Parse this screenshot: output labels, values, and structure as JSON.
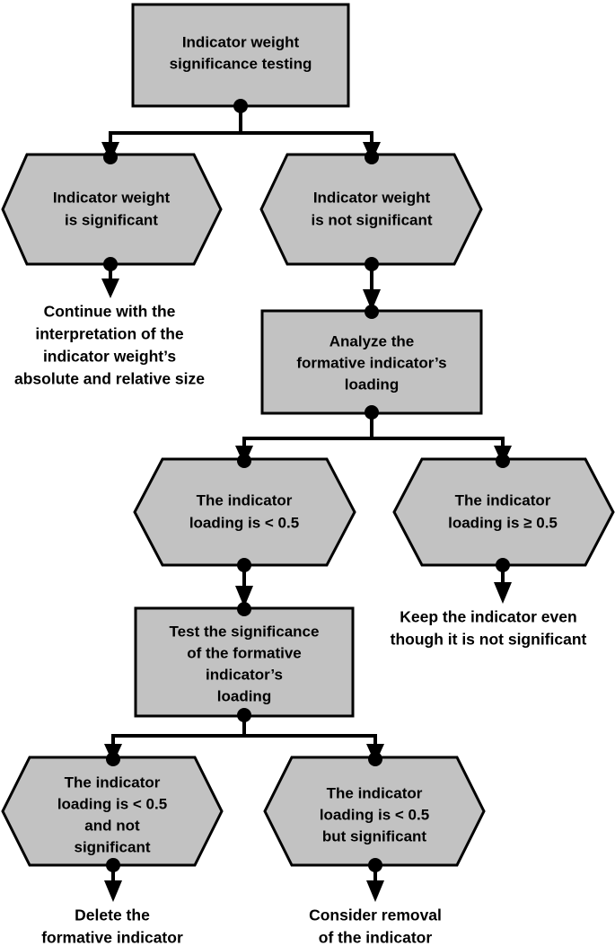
{
  "diagram": {
    "title": "Indicator weight significance testing decision flowchart",
    "colors": {
      "node_fill": "#c2c2c2",
      "stroke": "#000000",
      "background": "#ffffff",
      "text": "#000000"
    },
    "nodes": {
      "root_process": {
        "type": "process",
        "lines": [
          "Indicator weight",
          "significance testing"
        ]
      },
      "weight_significant": {
        "type": "decision",
        "lines": [
          "Indicator weight",
          "is significant"
        ]
      },
      "weight_not_significant": {
        "type": "decision",
        "lines": [
          "Indicator weight",
          "is not significant"
        ]
      },
      "continue_interpretation": {
        "type": "terminal-text",
        "lines": [
          "Continue with the",
          "interpretation of the",
          "indicator weight’s",
          "absolute and relative size"
        ]
      },
      "analyze_loading": {
        "type": "process",
        "lines": [
          "Analyze the",
          "formative indicator’s",
          "loading"
        ]
      },
      "loading_lt_05": {
        "type": "decision",
        "lines": [
          "The indicator",
          "loading is < 0.5"
        ]
      },
      "loading_ge_05": {
        "type": "decision",
        "lines": [
          "The indicator",
          "loading is ≥ 0.5"
        ]
      },
      "keep_indicator": {
        "type": "terminal-text",
        "lines": [
          "Keep the indicator even",
          "though it is not significant"
        ]
      },
      "test_significance": {
        "type": "process",
        "lines": [
          "Test the significance",
          "of the formative",
          "indicator’s",
          "loading"
        ]
      },
      "lt_05_not_significant": {
        "type": "decision",
        "lines": [
          "The indicator",
          "loading is < 0.5",
          "and not",
          "significant"
        ]
      },
      "lt_05_but_significant": {
        "type": "decision",
        "lines": [
          "The indicator",
          "loading is < 0.5",
          "but significant"
        ]
      },
      "delete_indicator": {
        "type": "terminal-text",
        "lines": [
          "Delete the",
          "formative indicator"
        ]
      },
      "consider_removal": {
        "type": "terminal-text",
        "lines": [
          "Consider removal",
          "of the indicator"
        ]
      }
    },
    "edges": [
      {
        "from": "root_process",
        "to": "weight_significant",
        "style": "split-left"
      },
      {
        "from": "root_process",
        "to": "weight_not_significant",
        "style": "split-right"
      },
      {
        "from": "weight_significant",
        "to": "continue_interpretation",
        "style": "straight"
      },
      {
        "from": "weight_not_significant",
        "to": "analyze_loading",
        "style": "straight"
      },
      {
        "from": "analyze_loading",
        "to": "loading_lt_05",
        "style": "split-left"
      },
      {
        "from": "analyze_loading",
        "to": "loading_ge_05",
        "style": "split-right"
      },
      {
        "from": "loading_lt_05",
        "to": "test_significance",
        "style": "straight"
      },
      {
        "from": "loading_ge_05",
        "to": "keep_indicator",
        "style": "straight"
      },
      {
        "from": "test_significance",
        "to": "lt_05_not_significant",
        "style": "split-left"
      },
      {
        "from": "test_significance",
        "to": "lt_05_but_significant",
        "style": "split-right"
      },
      {
        "from": "lt_05_not_significant",
        "to": "delete_indicator",
        "style": "straight"
      },
      {
        "from": "lt_05_but_significant",
        "to": "consider_removal",
        "style": "straight"
      }
    ]
  }
}
